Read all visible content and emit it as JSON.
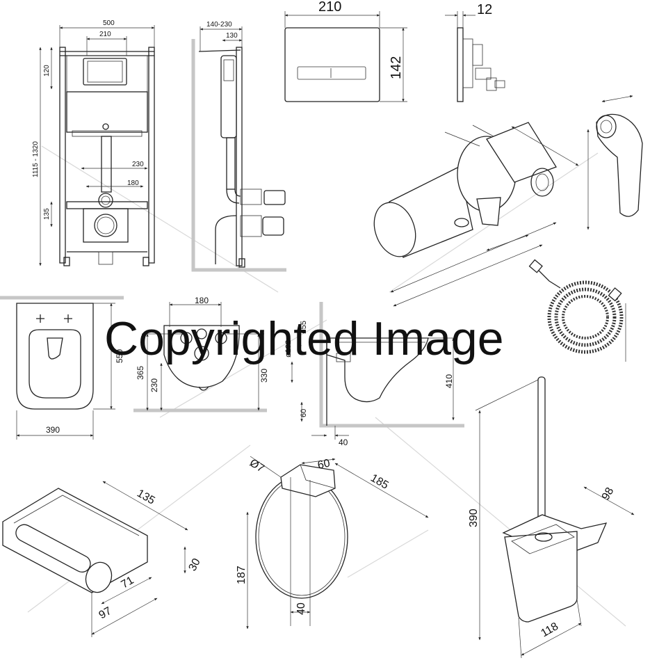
{
  "watermark": "Copyrighted Image",
  "frame": {
    "width_total": "500",
    "width_inner": "210",
    "height_range": "1115 - 1320",
    "height_top": "120",
    "dim_230": "230",
    "dim_180": "180",
    "dim_135": "135"
  },
  "frame_side": {
    "depth_range": "140-230",
    "depth": "130"
  },
  "button": {
    "width": "210",
    "height": "142",
    "thickness": "12"
  },
  "bowl_top": {
    "length": "550",
    "width": "390"
  },
  "bowl_front": {
    "spacing": "180",
    "h1": "365",
    "h2": "230",
    "h3": "330"
  },
  "bowl_side": {
    "d_outlet": "ø102",
    "d_inlet": "ø55",
    "height": "410",
    "d60": "60",
    "d40": "40"
  },
  "paper_holder": {
    "length": "135",
    "depth": "30",
    "inner": "71",
    "outer": "97"
  },
  "towel_ring": {
    "diameter_rod": "Ø7",
    "plate": "60",
    "depth": "185",
    "height": "187",
    "width": "40"
  },
  "brush_holder": {
    "height": "390",
    "depth": "98",
    "width": "118"
  },
  "colors": {
    "line": "#222222",
    "watermark": "#969696",
    "grey_bracket": "#c6c6c6"
  }
}
